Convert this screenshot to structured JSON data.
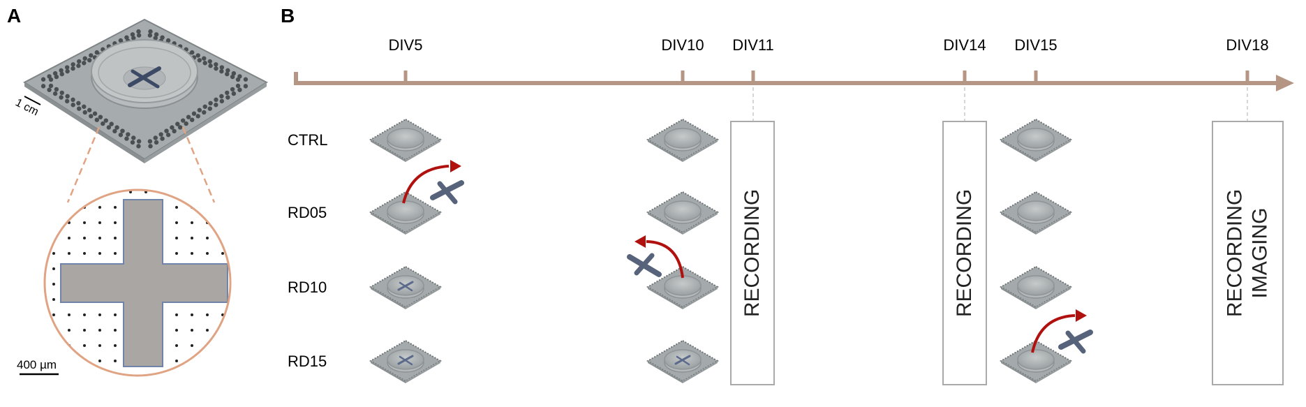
{
  "panel_a": {
    "label": "A",
    "scale_top": "1 cm",
    "scale_bottom": "400 µm"
  },
  "panel_b": {
    "label": "B",
    "days": [
      "DIV5",
      "DIV10",
      "DIV11",
      "DIV14",
      "DIV15",
      "DIV18"
    ],
    "rows": [
      "CTRL",
      "RD05",
      "RD10",
      "RD15"
    ],
    "sessions": [
      {
        "day": "DIV11",
        "lines": [
          "RECORDING"
        ]
      },
      {
        "day": "DIV14",
        "lines": [
          "RECORDING"
        ]
      },
      {
        "day": "DIV18",
        "lines": [
          "RECORDING",
          "IMAGING"
        ]
      }
    ]
  },
  "colors": {
    "timeline": "#b59584",
    "arrow": "#b0110e",
    "chip": "#a9aeaf",
    "cross": "#56637a",
    "zoom": "#e0a383"
  }
}
